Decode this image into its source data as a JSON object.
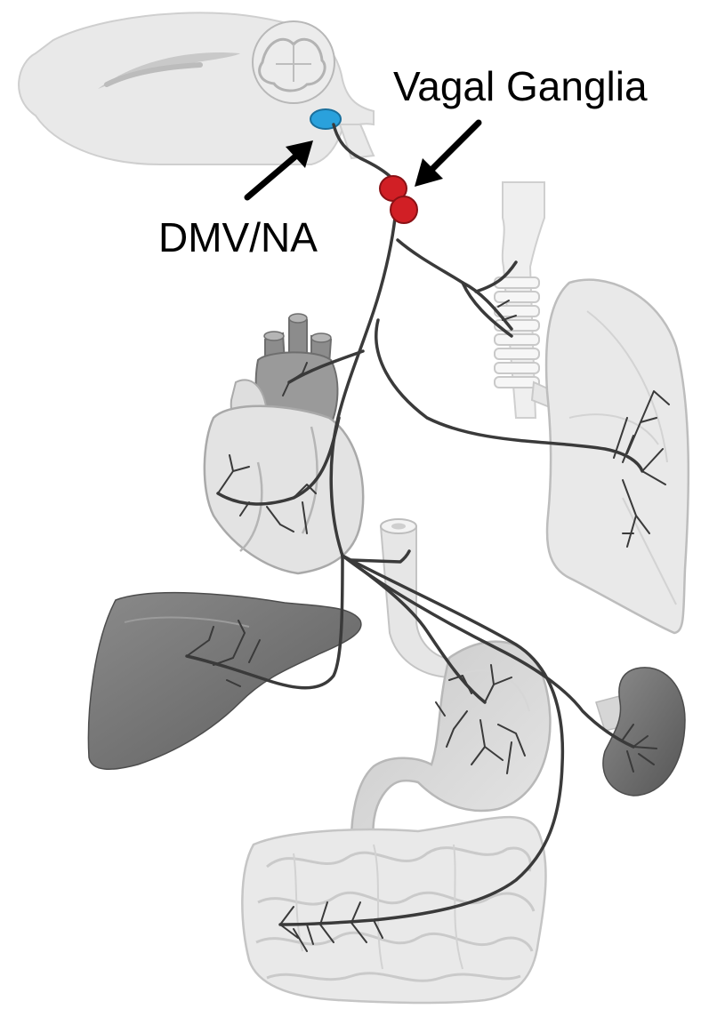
{
  "labels": {
    "vagal_ganglia": "Vagal Ganglia",
    "dmv_na": "DMV/NA"
  },
  "structures": [
    "brain",
    "cerebellum",
    "dmv-na-nucleus",
    "vagal-ganglia",
    "trachea",
    "lung",
    "heart",
    "liver",
    "esophagus",
    "stomach",
    "spleen",
    "intestines"
  ],
  "colors": {
    "nerve": "#3a3a3a",
    "organ_light": "#e8e8e8",
    "organ_outline": "#bdbdbd",
    "organ_dark": "#6f6f6f",
    "ganglia": "#d11f25",
    "nucleus": "#2aa1dc",
    "arrow": "#000000"
  }
}
